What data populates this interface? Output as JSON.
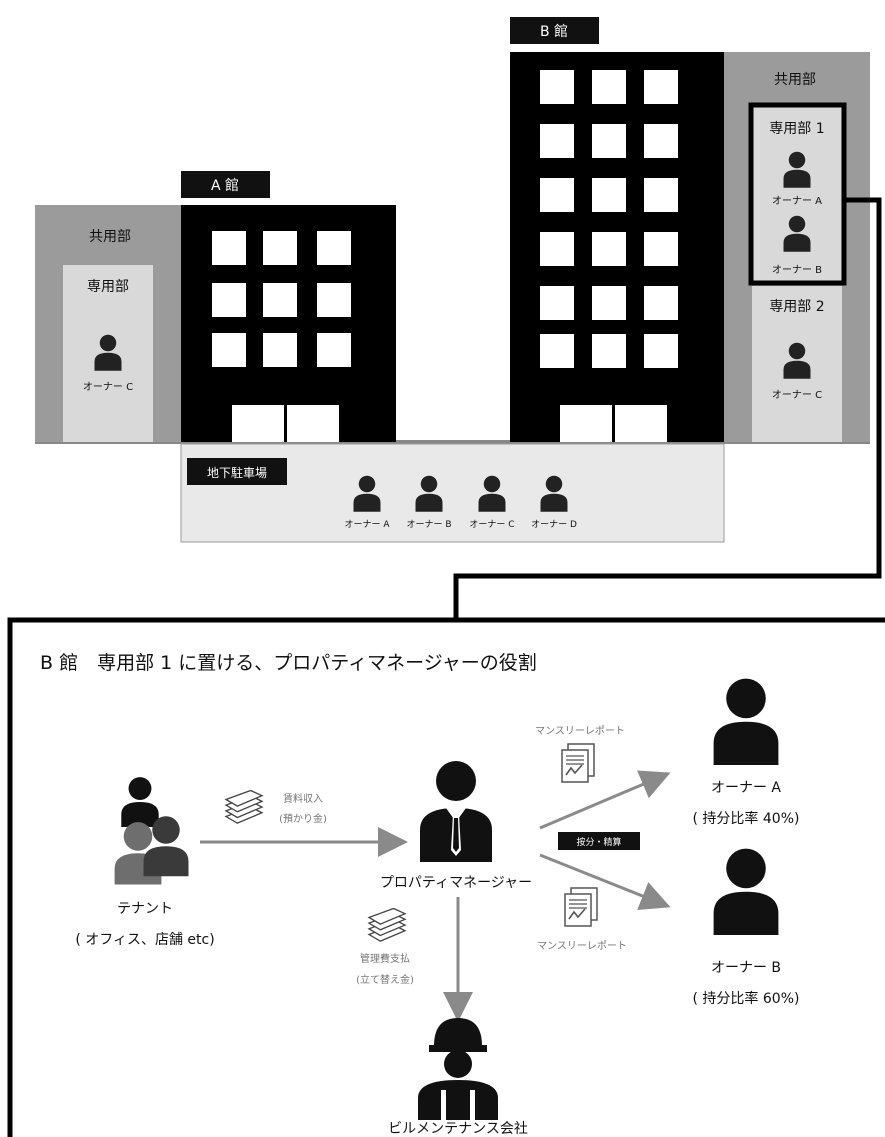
{
  "top": {
    "building_a_label": "A 館",
    "building_b_label": "B 館",
    "left_wing": {
      "common": "共用部",
      "private": "専用部",
      "owner": "オーナー C"
    },
    "right_wing": {
      "common": "共用部",
      "private1": "専用部 1",
      "private1_owners": [
        "オーナー A",
        "オーナー B"
      ],
      "private2": "専用部 2",
      "private2_owner": "オーナー C"
    },
    "parking": {
      "label": "地下駐車場",
      "owners": [
        "オーナー A",
        "オーナー B",
        "オーナー C",
        "オーナー D"
      ]
    }
  },
  "bottom": {
    "title": "B 館　専用部 1 に置ける、プロパティマネージャーの役割",
    "tenant": {
      "name": "テナント",
      "note": "( オフィス、店舗 etc)"
    },
    "rent": {
      "line1": "賃料収入",
      "line2": "(預かり金)"
    },
    "pm": "プロパティマネージャー",
    "report_top": "マンスリーレポート",
    "report_bottom": "マンスリーレポート",
    "distribution": "按分・精算",
    "owner_a": {
      "name": "オーナー A",
      "share": "( 持分比率 40%)"
    },
    "owner_b": {
      "name": "オーナー B",
      "share": "( 持分比率 60%)"
    },
    "mgmt": {
      "line1": "管理費支払",
      "line2": "(立て替え金)"
    },
    "maintenance": "ビルメンテナンス会社"
  }
}
